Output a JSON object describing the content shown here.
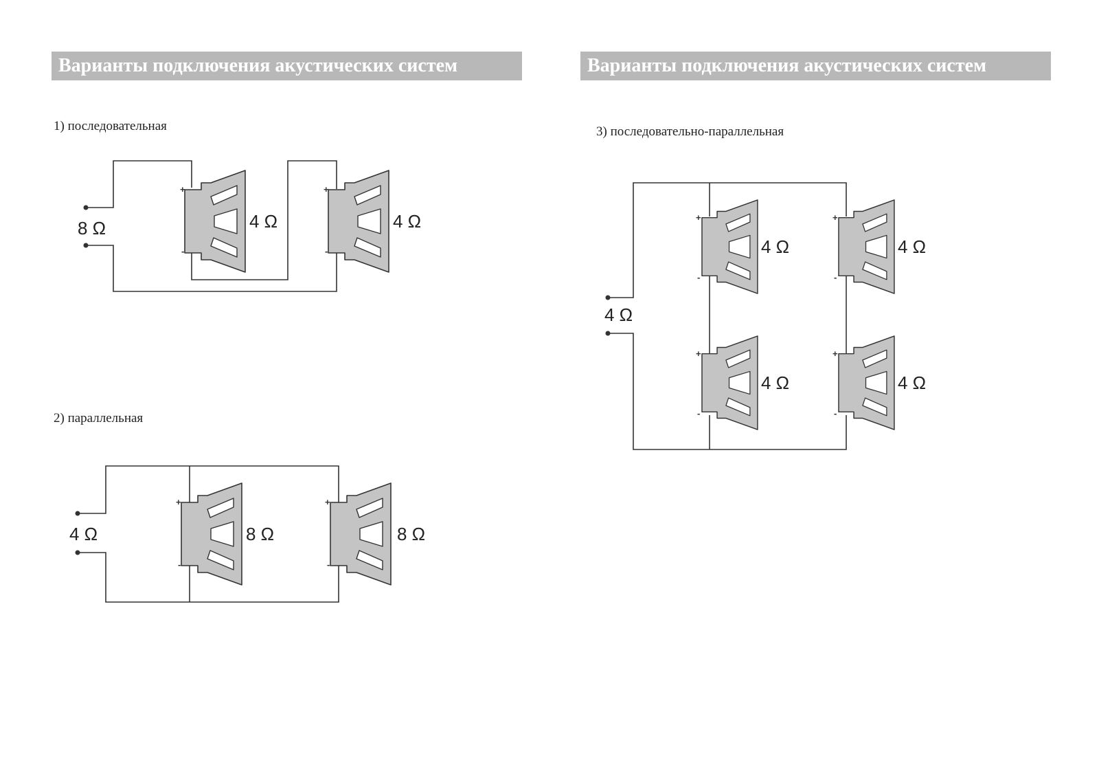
{
  "left_page": {
    "header": "Варианты подключения акустических систем",
    "series_caption": "1) последовательная",
    "parallel_caption": "2) параллельная"
  },
  "right_page": {
    "header": "Варианты подключения акустических систем",
    "series_parallel_caption": "3) последовательно-параллельная"
  },
  "diagrams": {
    "series": {
      "total": "8 Ω",
      "speakers": [
        "4 Ω",
        "4 Ω"
      ]
    },
    "parallel": {
      "total": "4 Ω",
      "speakers": [
        "8 Ω",
        "8 Ω"
      ]
    },
    "series_parallel": {
      "total": "4 Ω",
      "speakers": [
        "4 Ω",
        "4 Ω",
        "4 Ω",
        "4 Ω"
      ]
    }
  },
  "polarity": {
    "plus": "+",
    "minus": "-"
  },
  "colors": {
    "header_bg": "#b8b8b8",
    "speaker_fill": "#c4c4c4",
    "wire": "#333333"
  }
}
